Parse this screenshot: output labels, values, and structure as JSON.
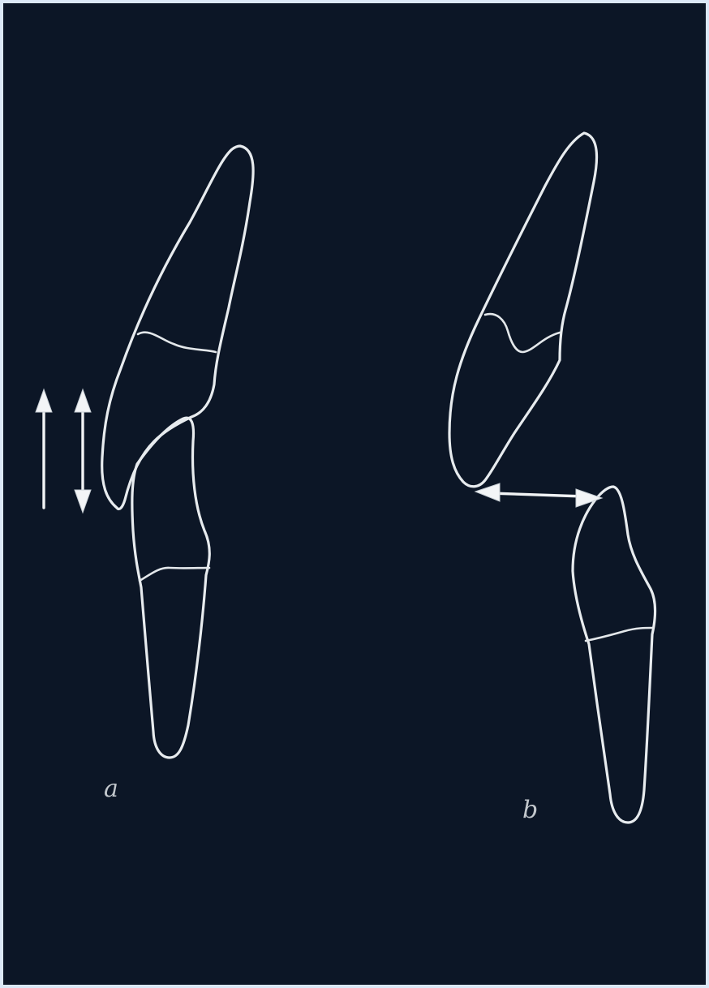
{
  "figure": {
    "background_color": "#0c1626",
    "line_color": "#e7ebee",
    "panels": [
      {
        "id": "a",
        "label": "a",
        "arrows": [
          "up-arrow",
          "up-down-arrow"
        ]
      },
      {
        "id": "b",
        "label": "b",
        "arrows": [
          "left-right-arrow"
        ]
      }
    ]
  }
}
